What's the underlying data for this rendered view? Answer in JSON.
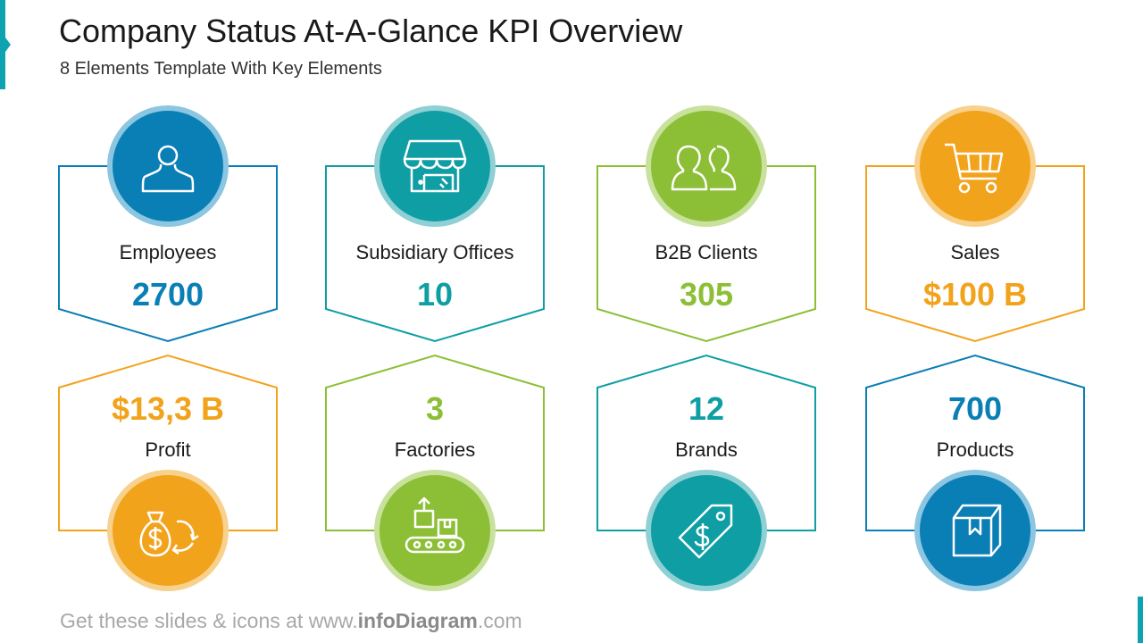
{
  "header": {
    "title": "Company Status At-A-Glance KPI Overview",
    "subtitle": "8 Elements Template With Key Elements"
  },
  "footer": {
    "prefix": "Get these slides & icons at www.",
    "brand": "infoDiagram",
    "suffix": ".com"
  },
  "colors": {
    "blue": "#0a7fb6",
    "teal": "#0e9ea4",
    "green": "#8cbf36",
    "orange": "#f2a31c"
  },
  "top_cards": [
    {
      "label": "Employees",
      "value": "2700",
      "color": "#0a7fb6",
      "icon": "person-icon"
    },
    {
      "label": "Subsidiary Offices",
      "value": "10",
      "color": "#0e9ea4",
      "icon": "store-icon"
    },
    {
      "label": "B2B Clients",
      "value": "305",
      "color": "#8cbf36",
      "icon": "people-icon"
    },
    {
      "label": "Sales",
      "value": "$100 B",
      "color": "#f2a31c",
      "icon": "cart-icon"
    }
  ],
  "bottom_cards": [
    {
      "label": "Profit",
      "value": "$13,3 B",
      "color": "#f2a31c",
      "icon": "money-bag-icon"
    },
    {
      "label": "Factories",
      "value": "3",
      "color": "#8cbf36",
      "icon": "conveyor-icon"
    },
    {
      "label": "Brands",
      "value": "12",
      "color": "#0e9ea4",
      "icon": "price-tag-icon"
    },
    {
      "label": "Products",
      "value": "700",
      "color": "#0a7fb6",
      "icon": "box-icon"
    }
  ]
}
